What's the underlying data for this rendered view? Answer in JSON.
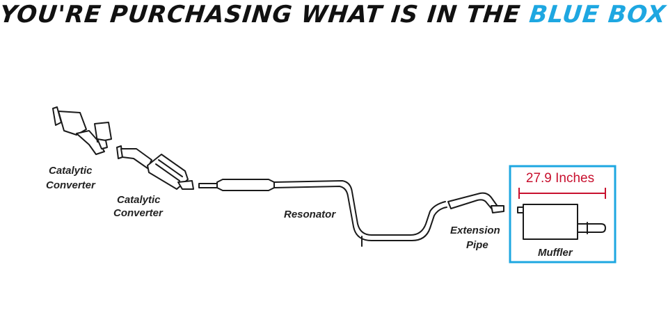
{
  "headline": {
    "main_text": "YOU'RE PURCHASING WHAT IS IN THE ",
    "accent_text": "BLUE BOX"
  },
  "colors": {
    "accent": "#1ea7e1",
    "dimension": "#c8102e",
    "outline": "#1a1a1a"
  },
  "labels": {
    "catalytic_converter_1": [
      "Catalytic",
      "Converter"
    ],
    "catalytic_converter_2": [
      "Catalytic",
      "Converter"
    ],
    "resonator": "Resonator",
    "extension_pipe": [
      "Extension",
      "Pipe"
    ],
    "muffler": "Muffler"
  },
  "dimension": {
    "text": "27.9 Inches"
  }
}
